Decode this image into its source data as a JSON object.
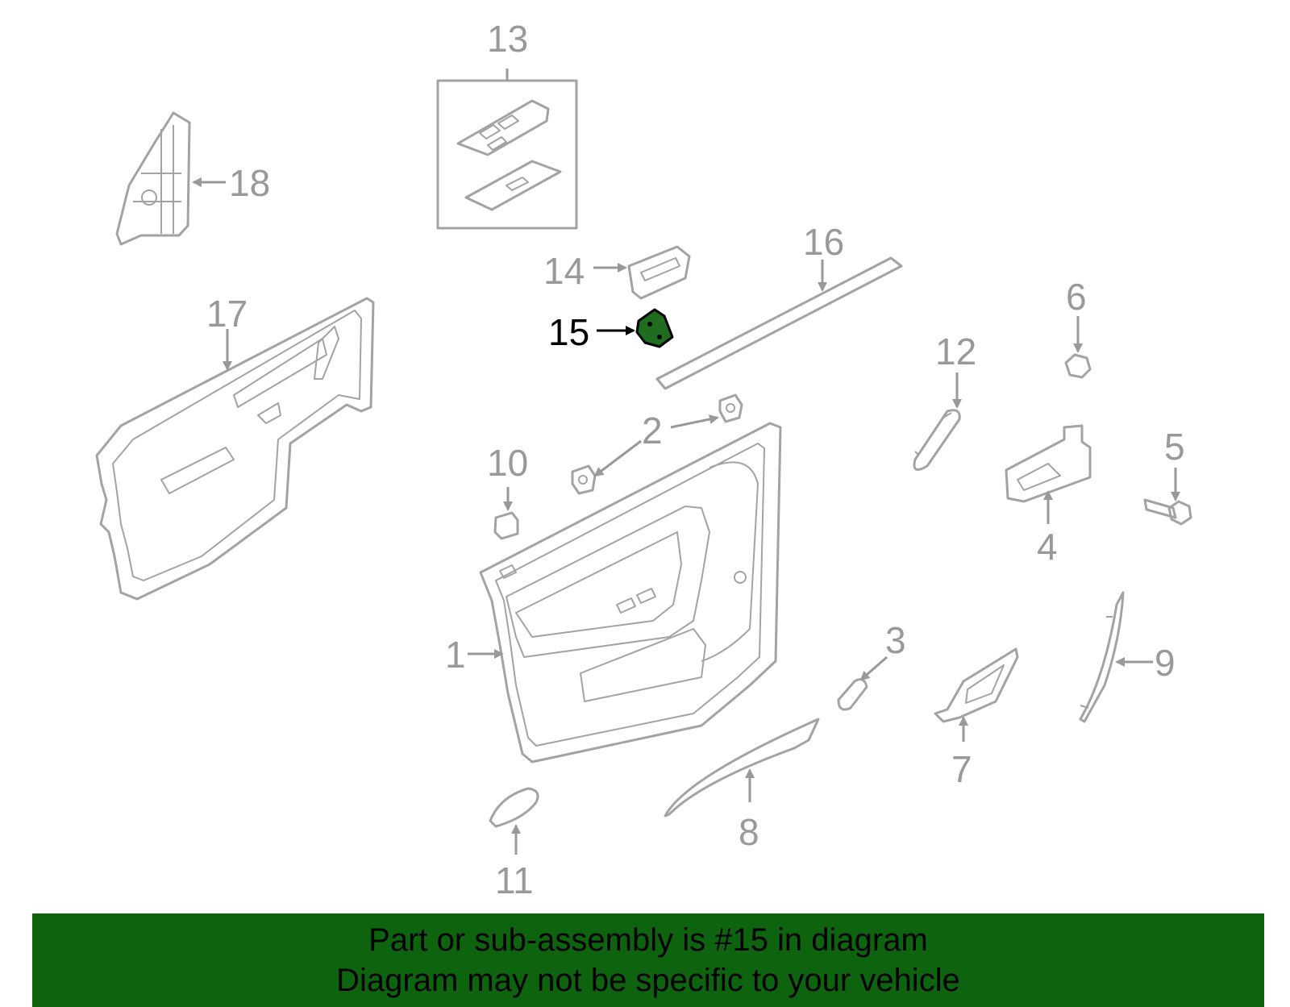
{
  "callouts": {
    "c1": "1",
    "c2": "2",
    "c3": "3",
    "c4": "4",
    "c5": "5",
    "c6": "6",
    "c7": "7",
    "c8": "8",
    "c9": "9",
    "c10": "10",
    "c11": "11",
    "c12": "12",
    "c13": "13",
    "c14": "14",
    "c15": "15",
    "c16": "16",
    "c17": "17",
    "c18": "18"
  },
  "highlighted_part": "15",
  "colors": {
    "highlight_fill": "#1f6e1f",
    "banner_bg": "#0e630e",
    "part_stroke": "#a3a3a3",
    "label_gray": "#999999"
  },
  "banner": {
    "line1": "Part or sub-assembly is #15 in diagram",
    "line2": "Diagram may not be specific to your vehicle"
  }
}
